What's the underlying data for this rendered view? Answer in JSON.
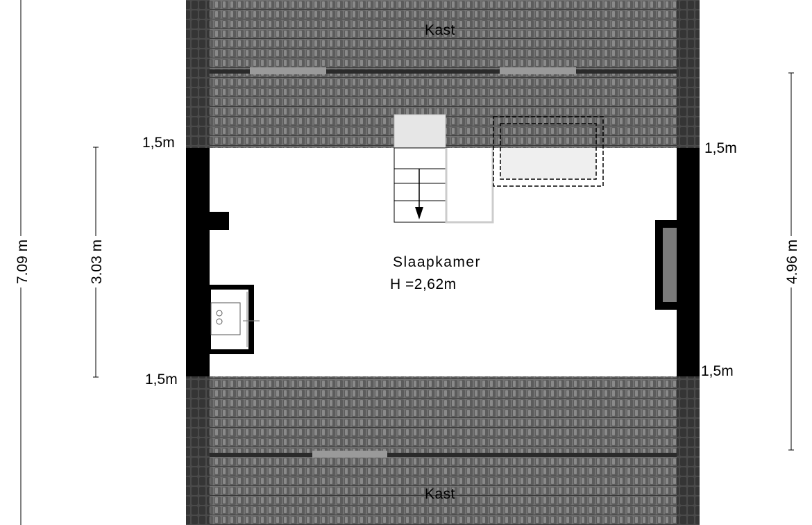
{
  "rooms": {
    "top_storage": "Kast",
    "bottom_storage": "Kast",
    "bedroom_name": "Slaapkamer",
    "bedroom_height": "H =2,62m"
  },
  "height_marks": {
    "top_left": "1,5m",
    "top_right": "1,5m",
    "bottom_left": "1,5m",
    "bottom_right": "1,5m"
  },
  "dimensions": {
    "outer_left": "7.09 m",
    "inner_left": "3.03 m",
    "right": "4.96 m"
  },
  "colors": {
    "roof_tile": "#6e6e6e",
    "wall": "#000000",
    "floor": "#ffffff"
  }
}
